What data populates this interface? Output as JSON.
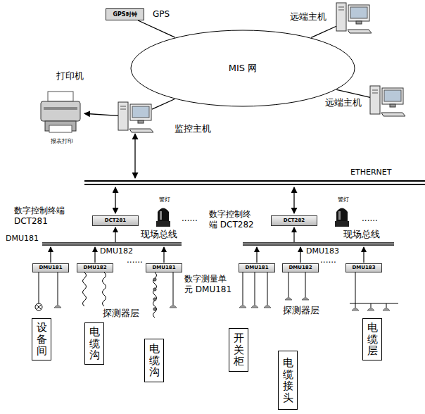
{
  "diagram": {
    "nodes": [
      {
        "text": [
          "GPS时钟",
          "GPS"
        ]
      },
      {
        "text": [
          "MIS 网"
        ]
      },
      {
        "text": [
          "远端主机"
        ]
      },
      {
        "text": [
          "远端主机"
        ]
      },
      {
        "text": [
          "打印机",
          "报表打印"
        ]
      },
      {
        "text": [
          "监控主机"
        ]
      },
      {
        "text": [
          "ETHERNET"
        ]
      },
      {
        "text": [
          "DCT281"
        ]
      },
      {
        "text": [
          "DCT282"
        ]
      },
      {
        "text": [
          "DMU181"
        ]
      },
      {
        "text": [
          "DMU182"
        ]
      },
      {
        "text": [
          "DMU181"
        ]
      },
      {
        "text": [
          "DMU181"
        ]
      },
      {
        "text": [
          "DMU182"
        ]
      },
      {
        "text": [
          "DMU183"
        ]
      },
      {
        "text": [
          "设备间"
        ]
      },
      {
        "text": [
          "电缆沟"
        ]
      },
      {
        "text": [
          "电缆沟"
        ]
      },
      {
        "text": [
          "开关柜"
        ]
      },
      {
        "text": [
          "电缆接头"
        ]
      },
      {
        "text": [
          "电缆层"
        ]
      }
    ],
    "edges": [
      {
        "from": 1,
        "to": 0,
        "arrow": "none"
      },
      {
        "from": 1,
        "to": 2,
        "arrow": "none"
      },
      {
        "from": 1,
        "to": 3,
        "arrow": "none"
      },
      {
        "from": 1,
        "to": 5,
        "arrow": "none"
      },
      {
        "from": 5,
        "to": 4,
        "arrow": "to"
      },
      {
        "from": 5,
        "to": 6,
        "arrow": "both"
      },
      {
        "from": 6,
        "to": 7,
        "arrow": "both"
      },
      {
        "from": 6,
        "to": 8,
        "arrow": "both"
      }
    ],
    "labels": [
      "数字控制终端 DCT281",
      "警灯",
      "现场总线",
      "......",
      "数字控制终 端 DCT282",
      "警灯",
      "......",
      "现场总线",
      "DMU181",
      "DMU182",
      "......",
      "数字测量单 元 DMU181",
      "DMU183",
      "......",
      "探测器层",
      "探测器层"
    ]
  }
}
